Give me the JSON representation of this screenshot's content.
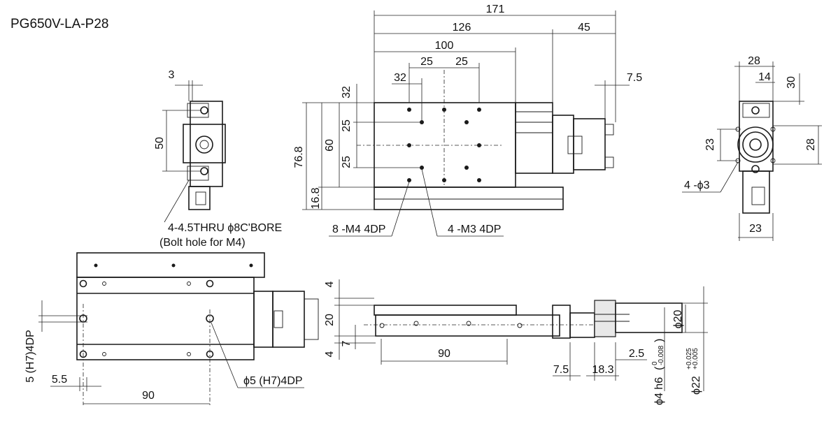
{
  "title": "PG650V-LA-P28",
  "top_view": {
    "dims": {
      "overall": "171",
      "body_motor": "126",
      "connector": "45",
      "body": "100",
      "pitch_a": "25",
      "pitch_b": "25",
      "offset": "32",
      "conn_offset": "7.5",
      "left_32": "32",
      "left_25a": "25",
      "left_60": "60",
      "left_25b": "25",
      "height": "76.8",
      "base": "16.8"
    },
    "callouts": {
      "m4": "8 -M4 4DP",
      "m3": "4 -M3 4DP"
    }
  },
  "side_view": {
    "dims": {
      "offset": "3",
      "pitch": "50"
    },
    "callout_line1": "4-4.5THRU ϕ8C'BORE",
    "callout_line2": "(Bolt hole for M4)"
  },
  "end_view": {
    "dims": {
      "width": "28",
      "half": "14",
      "top": "30",
      "left": "23",
      "right": "28",
      "bottom": "23"
    },
    "callout": "4 -ϕ3"
  },
  "bottom_view": {
    "dims": {
      "pin_label": "5 (H7)4DP",
      "offset": "5.5",
      "pitch": "90"
    },
    "callout": "ϕ5 (H7)4DP"
  },
  "front_view": {
    "dims": {
      "top": "4",
      "mid": "20",
      "bottom": "4",
      "seven": "7",
      "pitch": "90",
      "shaft_offset": "7.5",
      "flange": "18.3",
      "gap": "2.5",
      "phi20": "ϕ20"
    },
    "shaft": {
      "label": "ϕ4 h6",
      "tol_upper": "0",
      "tol_lower": "-0.008"
    },
    "pilot": {
      "label": "ϕ22",
      "tol_upper": "+0.025",
      "tol_lower": "+0.005"
    }
  }
}
